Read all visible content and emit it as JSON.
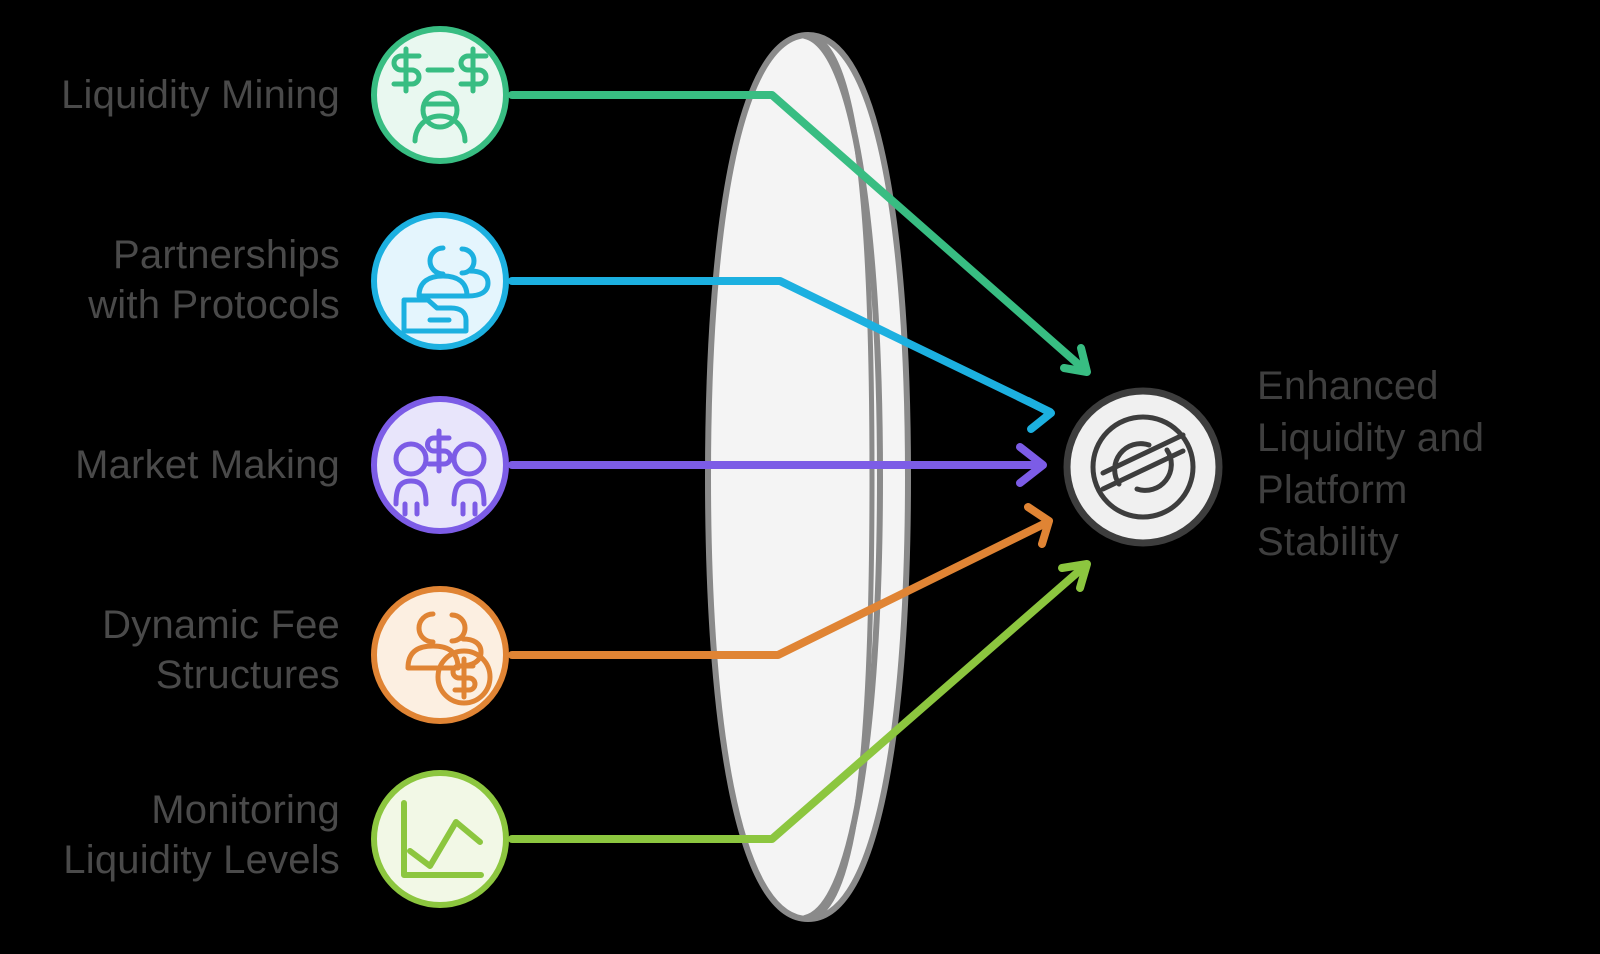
{
  "diagram": {
    "title_alt": "Liquidity strategies converging to enhanced liquidity and platform stability",
    "background_color": "#000000",
    "label_color": "#4a4a4a",
    "lens": {
      "name": "convex-lens-funnel",
      "fill": "#f4f4f4",
      "stroke": "#8a8a8a"
    },
    "hub": {
      "name": "stellar-logo-node",
      "icon": "stellar-icon",
      "fill": "#f0f0f0",
      "stroke": "#3d3d3d"
    },
    "outcome": {
      "text": "Enhanced\nLiquidity and\nPlatform\nStability"
    },
    "items": [
      {
        "label": "Liquidity Mining",
        "icon": "dollar-miner-icon",
        "color": "#38bd82",
        "fill": "#e9f8f0"
      },
      {
        "label": "Partnerships\nwith Protocols",
        "icon": "handshake-users-icon",
        "color": "#1cb0e0",
        "fill": "#e4f5fd"
      },
      {
        "label": "Market Making",
        "icon": "two-people-dollar-icon",
        "color": "#7c5ce6",
        "fill": "#e8e5fb"
      },
      {
        "label": "Dynamic Fee\nStructures",
        "icon": "users-coin-icon",
        "color": "#e08434",
        "fill": "#fcefe1"
      },
      {
        "label": "Monitoring\nLiquidity Levels",
        "icon": "line-chart-icon",
        "color": "#8cc63f",
        "fill": "#f2f8e6"
      }
    ]
  }
}
